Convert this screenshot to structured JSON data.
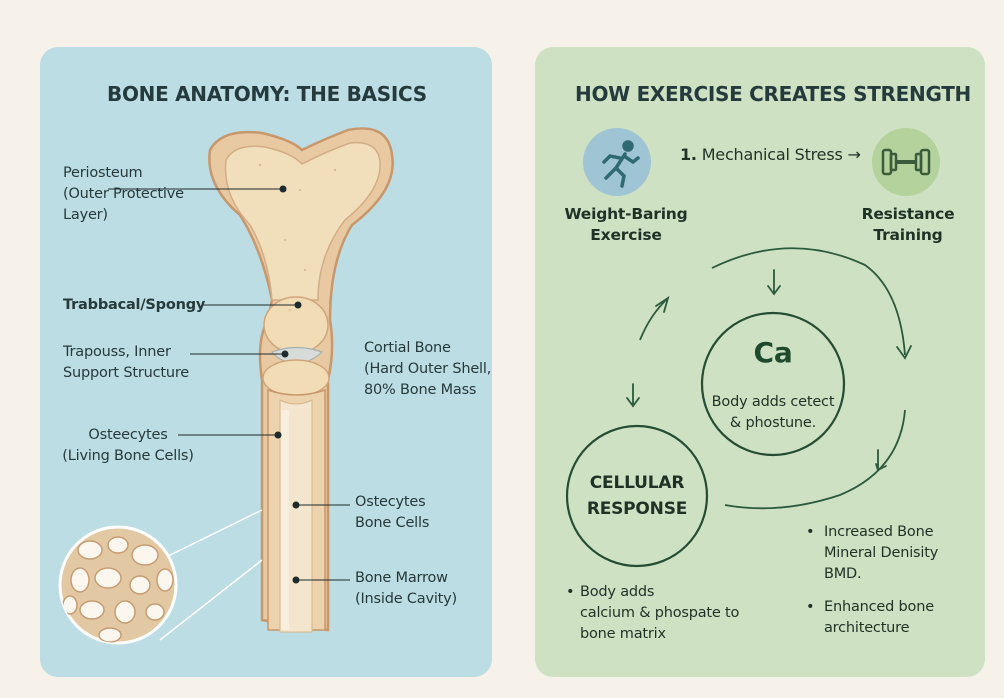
{
  "left": {
    "title": "BONE ANATOMY: THE BASICS",
    "labels": {
      "periosteum": [
        "Periosteum",
        "(Outer Protective",
        "Layer)"
      ],
      "trabecular": "Trabbacal/Spongy",
      "trapouss": [
        "Trapouss, Inner",
        "Support Structure"
      ],
      "osteocytes_left": [
        "Osteecytes",
        "(Living Bone Cells)"
      ],
      "cortical": [
        "Cortial Bone",
        "(Hard Outer Shell,",
        "80% Bone Mass"
      ],
      "osteocytes_right": [
        "Ostecytes",
        "Bone Cells"
      ],
      "marrow": [
        "Bone Marrow",
        "(Inside Cavity)"
      ]
    }
  },
  "right": {
    "title": "HOW EXERCISE CREATES STRENGTH",
    "stress_label": "1. Mechanical Stress →",
    "stress_prefix": "1.",
    "stress_text": "Mechanical Stress →",
    "weight_bearing": [
      "Weight-Baring",
      "Exercise"
    ],
    "resistance": [
      "Resistance",
      "Training"
    ],
    "ca_symbol": "Ca",
    "ca_text": [
      "Body adds cetect",
      "& phostune."
    ],
    "cellular": [
      "CELLULAR",
      "RESPONSE"
    ],
    "bullets_left": [
      "Body adds",
      "calcium & phospate to",
      "bone matrix"
    ],
    "bullets_right_1": [
      "Increased Bone",
      "Mineral Denisity",
      "BMD."
    ],
    "bullets_right_2": [
      "Enhanced bone",
      "architecture"
    ],
    "icons": {
      "runner": "runner-icon",
      "dumbbell": "dumbbell-icon"
    }
  }
}
